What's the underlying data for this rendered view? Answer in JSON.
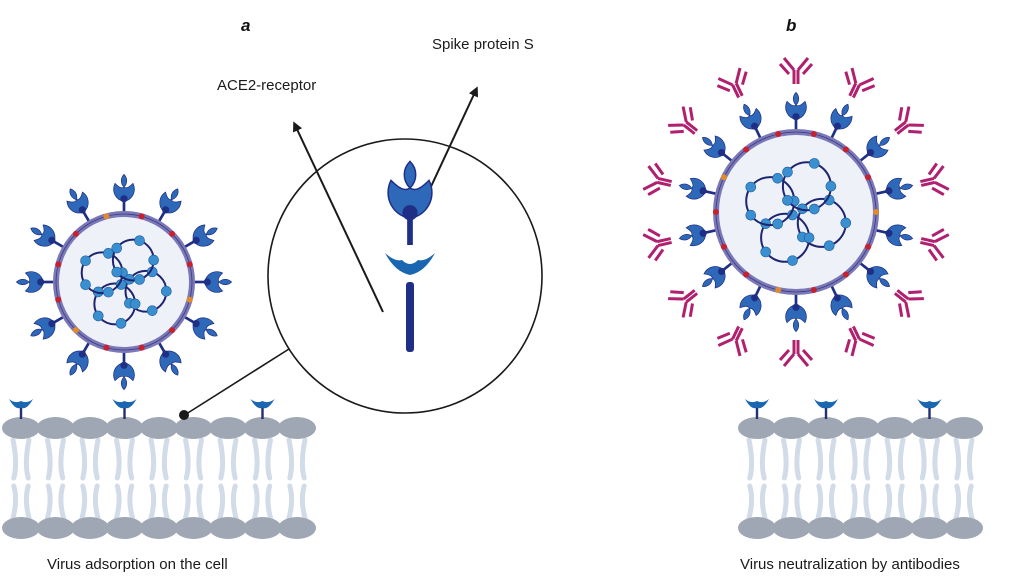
{
  "panels": {
    "a": {
      "letter": "a",
      "caption": "Virus adsorption on the cell",
      "callouts": {
        "receptor": "ACE2-receptor",
        "spike": "Spike protein S"
      }
    },
    "b": {
      "letter": "b",
      "caption": "Virus neutralization by antibodies"
    }
  },
  "colors": {
    "spike_blue": "#2e68b8",
    "spike_dark": "#1f2f86",
    "envelope": "#7a78b8",
    "envelope_fill": "#eef2f8",
    "rna": "#1f2470",
    "nucleocapsid": "#3a8fd0",
    "membrane_protein": "#c8202f",
    "antibody": "#b0206e",
    "lipid_head": "#9ea7b3",
    "lipid_tail": "#d2dbe8",
    "receptor": "#1a66b0"
  }
}
